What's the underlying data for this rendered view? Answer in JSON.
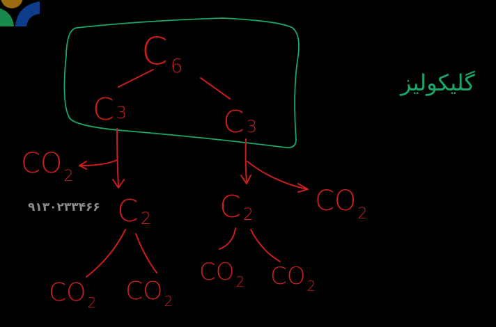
{
  "diagram": {
    "root": {
      "label": "C",
      "sub": "6"
    },
    "level1": [
      {
        "label": "C",
        "sub": "3"
      },
      {
        "label": "C",
        "sub": "3"
      }
    ],
    "level2": [
      {
        "label": "C",
        "sub": "2"
      },
      {
        "label": "C",
        "sub": "2"
      }
    ],
    "co2_labels": [
      {
        "label": "CO",
        "sub": "2"
      },
      {
        "label": "CO",
        "sub": "2"
      },
      {
        "label": "CO",
        "sub": "2"
      },
      {
        "label": "CO",
        "sub": "2"
      },
      {
        "label": "CO",
        "sub": "2"
      },
      {
        "label": "CO",
        "sub": "2"
      }
    ],
    "annotation": "گلیکولیز",
    "phone_watermark": "۹۱۳۰۲۳۳۴۶۶"
  },
  "colors": {
    "ink_red": "#c81e1e",
    "ink_green": "#1aa86a",
    "background": "#000000"
  }
}
